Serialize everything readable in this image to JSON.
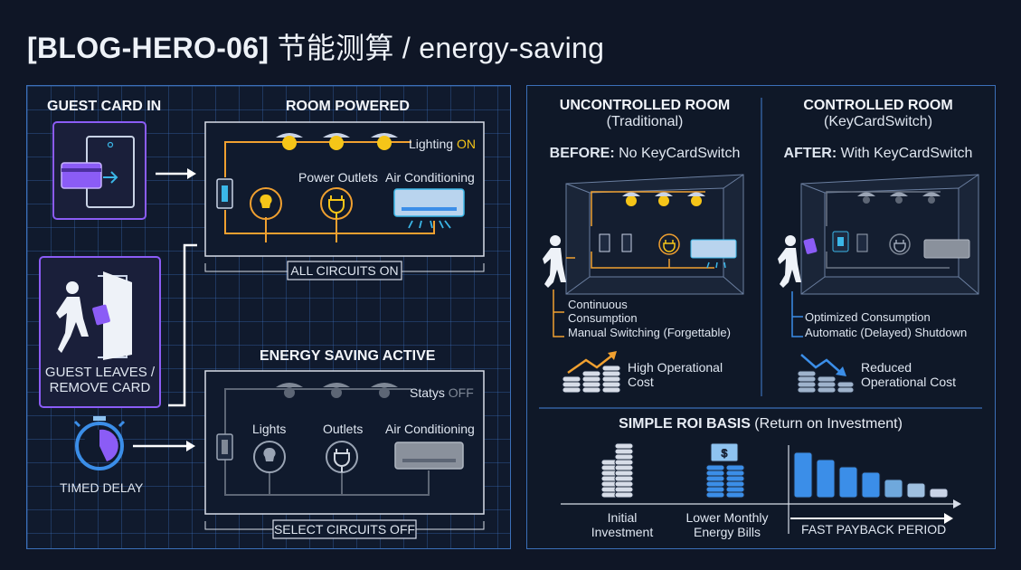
{
  "title": {
    "tag": "[BLOG-HERO-06]",
    "text": " 节能测算 / energy-saving"
  },
  "left": {
    "guest_card_in": "GUEST CARD IN",
    "room_powered": "ROOM POWERED",
    "lighting_label": "Lighting",
    "lighting_state": "ON",
    "power_outlets": "Power Outlets",
    "air_conditioning": "Air Conditioning",
    "all_circuits_on": "ALL CIRCUITS ON",
    "guest_leaves_1": "GUEST LEAVES /",
    "guest_leaves_2": "REMOVE CARD",
    "timed_delay": "TIMED DELAY",
    "energy_saving_active": "ENERGY SAVING ACTIVE",
    "status_label": "Statys",
    "status_state": "OFF",
    "lights": "Lights",
    "outlets": "Outlets",
    "air_conditioning_2": "Air Conditioning",
    "select_circuits_off": "SELECT CIRCUITS OFF"
  },
  "uncontrolled": {
    "title": "UNCONTROLLED ROOM",
    "subtitle": "(Traditional)",
    "before_bold": "BEFORE:",
    "before_text": " No KeyCardSwitch",
    "note_1a": "Continuous",
    "note_1b": "Consumption",
    "note_2": "Manual Switching (Forgettable)",
    "cost_1": "High Operational",
    "cost_2": "Cost"
  },
  "controlled": {
    "title": "CONTROLLED ROOM",
    "subtitle": "(KeyCardSwitch)",
    "after_bold": "AFTER:",
    "after_text": " With KeyCardSwitch",
    "note_1": "Optimized Consumption",
    "note_2": "Automatic (Delayed) Shutdown",
    "cost_1": "Reduced",
    "cost_2": "Operational Cost"
  },
  "roi": {
    "title_bold": "SIMPLE ROI BASIS",
    "title_rest": " (Return on Investment)",
    "initial_1": "Initial",
    "initial_2": "Investment",
    "lower_1": "Lower Monthly",
    "lower_2": "Energy Bills",
    "payback": "FAST PAYBACK PERIOD"
  },
  "colors": {
    "accent_blue": "#3b8ee8",
    "orange_wire": "#f0a030",
    "purple": "#8b5cf6",
    "on_yellow": "#f5c518",
    "off_gray": "#7f8896"
  }
}
